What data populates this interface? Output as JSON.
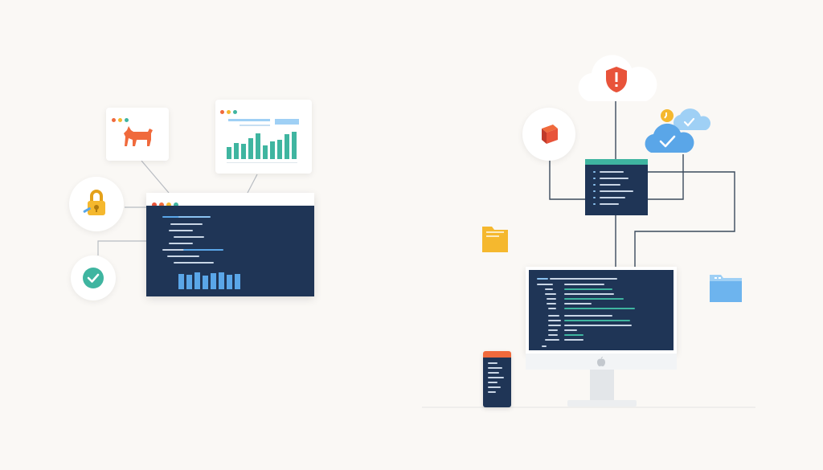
{
  "colors": {
    "background": "#faf8f5",
    "navy": "#1f3556",
    "teal": "#3fb5a0",
    "orange": "#f06a3c",
    "red": "#e8533a",
    "yellow": "#f5b82e",
    "blue": "#5aa6e8",
    "light_blue": "#9fd0f5",
    "line": "#3a4a5c"
  },
  "icons": {
    "animal": "animal-icon",
    "lock": "padlock-icon",
    "check": "checkmark-icon",
    "shield": "shield-alert-icon",
    "cube": "cube-icon",
    "cloud": "cloud-check-icon",
    "folder_yellow": "folder-icon",
    "folder_blue": "folder-icon",
    "monitor": "desktop-monitor-icon",
    "phone": "mobile-phone-icon"
  },
  "bar_charts": {
    "analytics_card_levels": [
      0.45,
      0.6,
      0.55,
      0.75,
      0.95,
      0.5,
      0.65,
      0.7,
      0.9,
      1.0
    ],
    "code_window_levels": [
      0.85,
      0.8,
      0.95,
      0.75,
      0.9,
      0.95,
      0.8,
      0.85
    ]
  }
}
